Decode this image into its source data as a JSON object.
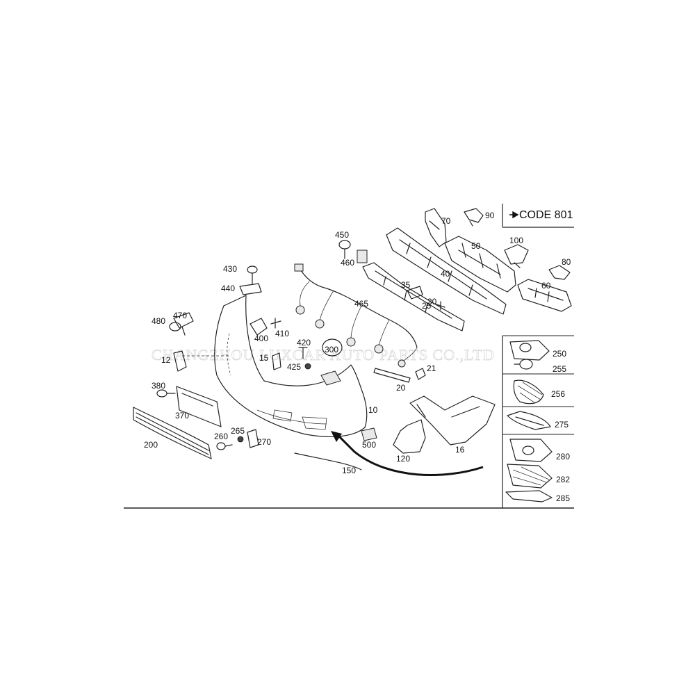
{
  "code_label": "CODE 801",
  "watermark": "CHANGZHOU LUXCAR AUTO PARTS CO.,LTD",
  "labels": [
    "90",
    "70",
    "50",
    "100",
    "80",
    "60",
    "40",
    "35",
    "30",
    "25",
    "450",
    "460",
    "430",
    "440",
    "465",
    "480",
    "470",
    "400",
    "410",
    "420",
    "300",
    "425",
    "15",
    "12",
    "21",
    "20",
    "10",
    "380",
    "370",
    "200",
    "260",
    "265",
    "270",
    "500",
    "120",
    "16",
    "150"
  ],
  "side_labels": [
    "250",
    "255",
    "256",
    "275",
    "280",
    "282",
    "285"
  ]
}
